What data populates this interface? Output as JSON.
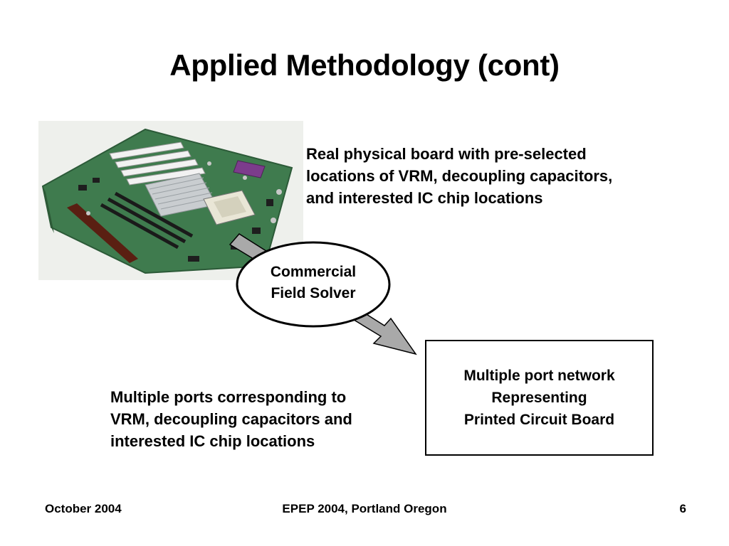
{
  "slide": {
    "title": "Applied Methodology (cont)"
  },
  "board_description": {
    "lines": [
      "Real physical board with pre-selected",
      "locations of VRM, decoupling capacitors,",
      "and interested IC chip locations"
    ]
  },
  "solver": {
    "lines": [
      "Commercial",
      "Field Solver"
    ]
  },
  "network": {
    "lines": [
      "Multiple port network",
      "Representing",
      "Printed Circuit Board"
    ]
  },
  "ports_description": {
    "lines": [
      "Multiple ports corresponding to",
      "VRM, decoupling capacitors and",
      "interested IC chip locations"
    ]
  },
  "footer": {
    "date": "October 2004",
    "conference": "EPEP 2004, Portland Oregon",
    "page_number": "6"
  },
  "colors": {
    "arrow_fill": "#a9a9a9",
    "pcb_green": "#3f7b4e",
    "background": "#ffffff"
  }
}
